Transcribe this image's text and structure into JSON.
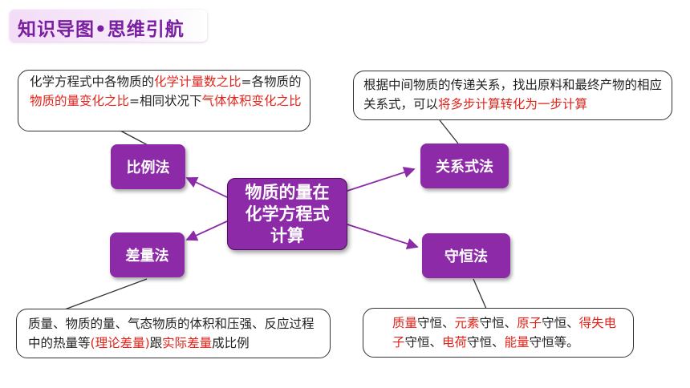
{
  "header": {
    "title": "知识导图•思维引航"
  },
  "center": {
    "lines": [
      "物质的量在",
      "化学方程式",
      "计算"
    ]
  },
  "methods": {
    "bili": "比例法",
    "chaliang": "差量法",
    "guanxi": "关系式法",
    "shouheng": "守恒法"
  },
  "notes": {
    "bili": [
      {
        "t": "化学方程式中各物质的",
        "hl": false
      },
      {
        "t": "化学计量数之比",
        "hl": true
      },
      {
        "t": "=各物质的",
        "hl": false
      },
      {
        "t": "物质的量变化之比",
        "hl": true
      },
      {
        "t": "=相同状况下",
        "hl": false
      },
      {
        "t": "气体体积变化之比",
        "hl": true
      }
    ],
    "guanxi": [
      {
        "t": "根据中间物质的传递关系，找出原料和最终产物的相应关系式，可以",
        "hl": false
      },
      {
        "t": "将多步计算转化为一步计算",
        "hl": true
      }
    ],
    "chaliang": [
      {
        "t": "质量、物质的量、气态物质的体积和压强、反应过程中的热量等",
        "hl": false
      },
      {
        "t": "(理论差量)",
        "hl": true
      },
      {
        "t": "跟",
        "hl": false
      },
      {
        "t": "实际差量",
        "hl": true
      },
      {
        "t": "成比例",
        "hl": false
      }
    ],
    "shouheng": [
      {
        "t": "质量",
        "hl": true
      },
      {
        "t": "守恒、",
        "hl": false
      },
      {
        "t": "元素",
        "hl": true
      },
      {
        "t": "守恒、",
        "hl": false
      },
      {
        "t": "原子",
        "hl": true
      },
      {
        "t": "守恒、",
        "hl": false
      },
      {
        "t": "得失电子",
        "hl": true
      },
      {
        "t": "守恒、",
        "hl": false
      },
      {
        "t": "电荷",
        "hl": true
      },
      {
        "t": "守恒、",
        "hl": false
      },
      {
        "t": "能量",
        "hl": true
      },
      {
        "t": "守恒等。",
        "hl": false
      }
    ]
  },
  "colors": {
    "node": "#8d2aa8",
    "highlight": "#e2231a",
    "title": "#7a1fa2"
  }
}
